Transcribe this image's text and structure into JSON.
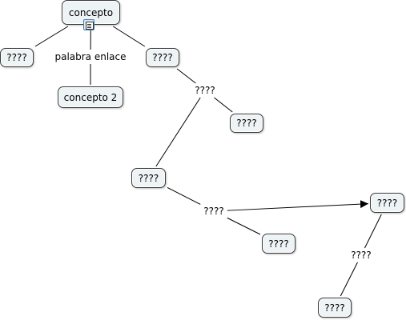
{
  "diagram": {
    "concepts": [
      {
        "id": "c1",
        "label": "concepto"
      },
      {
        "id": "c2",
        "label": "????"
      },
      {
        "id": "c3",
        "label": "????"
      },
      {
        "id": "c4",
        "label": "concepto 2"
      },
      {
        "id": "c5",
        "label": "????"
      },
      {
        "id": "c6",
        "label": "????"
      },
      {
        "id": "c7",
        "label": "????"
      },
      {
        "id": "c8",
        "label": "????"
      },
      {
        "id": "c9",
        "label": "????"
      }
    ],
    "linking_phrases": [
      {
        "id": "l1",
        "label": "palabra enlace"
      },
      {
        "id": "l2",
        "label": "????"
      },
      {
        "id": "l3",
        "label": "????"
      },
      {
        "id": "l4",
        "label": "????"
      }
    ],
    "connections": [
      {
        "from": "c1",
        "to": "c2",
        "arrow": false
      },
      {
        "from": "c1",
        "to": "c3",
        "arrow": false
      },
      {
        "from": "c1",
        "to": "l1",
        "arrow": false
      },
      {
        "from": "l1",
        "to": "c4",
        "arrow": false
      },
      {
        "from": "c3",
        "to": "l2",
        "arrow": false
      },
      {
        "from": "l2",
        "to": "c5",
        "arrow": false
      },
      {
        "from": "l2",
        "to": "c6",
        "arrow": false
      },
      {
        "from": "c6",
        "to": "l3",
        "arrow": false
      },
      {
        "from": "l3",
        "to": "c7",
        "arrow": false
      },
      {
        "from": "l3",
        "to": "c8",
        "arrow": true
      },
      {
        "from": "c8",
        "to": "l4",
        "arrow": false
      },
      {
        "from": "l4",
        "to": "c9",
        "arrow": false
      }
    ],
    "resource_icon": "document-resource-icon",
    "colors": {
      "node_fill": "#eef3f6",
      "node_border": "#3a3a3a",
      "line": "#000000"
    }
  }
}
